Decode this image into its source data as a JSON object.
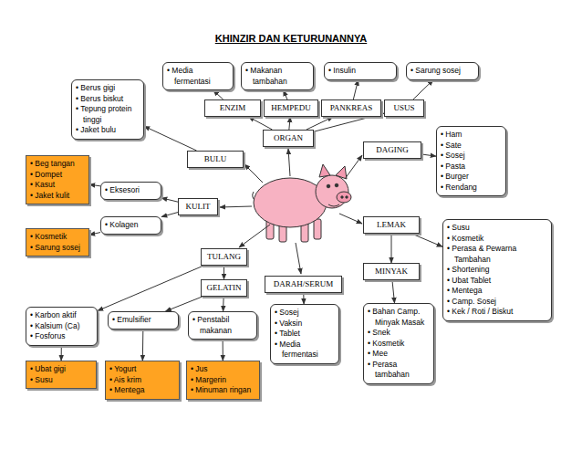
{
  "diagram": {
    "title": "KHINZIR DAN KETURUNANNYA",
    "nodes": [
      {
        "text": [
          "• Media fermentasi"
        ]
      },
      {
        "text": [
          "• Makanan tambahan"
        ]
      },
      {
        "text": [
          "• Insulin"
        ]
      },
      {
        "text": [
          "• Sarung sosej"
        ]
      },
      {
        "text": [
          "• Berus gigi",
          "• Berus biskut",
          "• Tepung protein tinggi",
          "• Jaket bulu"
        ]
      },
      {
        "text": [
          "ENZIM"
        ]
      },
      {
        "text": [
          "HEMPEDU"
        ]
      },
      {
        "text": [
          "PANKREAS"
        ]
      },
      {
        "text": [
          "USUS"
        ]
      },
      {
        "text": [
          "ORGAN"
        ]
      },
      {
        "text": [
          "• Ham",
          "• Sate",
          "• Sosej",
          "• Pasta",
          "• Burger",
          "• Rendang"
        ]
      },
      {
        "text": [
          "DAGING"
        ]
      },
      {
        "text": [
          "BULU"
        ]
      },
      {
        "text": [
          "• Beg tangan",
          "• Dompet",
          "• Kasut",
          "• Jaket kulit"
        ]
      },
      {
        "text": [
          "• Eksesori"
        ]
      },
      {
        "text": [
          "KULIT"
        ]
      },
      {
        "text": [
          "• Kolagen"
        ]
      },
      {
        "text": [
          "• Kosmetik",
          "• Sarung sosej"
        ]
      },
      {
        "text": [
          "LEMAK"
        ]
      },
      {
        "text": [
          "• Susu",
          "• Kosmetik",
          "• Perasa & Pewarna Tambahan",
          "• Shortening",
          "• Ubat Tablet",
          "• Mentega",
          "• Camp. Sosej",
          "• Kek / Roti / Biskut"
        ]
      },
      {
        "text": [
          "TULANG"
        ]
      },
      {
        "text": [
          "MINYAK"
        ]
      },
      {
        "text": [
          "DARAH/SERUM"
        ]
      },
      {
        "text": [
          "GELATIN"
        ]
      },
      {
        "text": [
          "• Karbon aktif",
          "• Kalsium (Ca)",
          "• Fosforus"
        ]
      },
      {
        "text": [
          "• Emulsifier"
        ]
      },
      {
        "text": [
          "• Penstabil makanan"
        ]
      },
      {
        "text": [
          "• Sosej",
          "• Vaksin",
          "• Tablet",
          "• Media fermentasi"
        ]
      },
      {
        "text": [
          "• Bahan Camp. Minyak Masak",
          "• Snek",
          "• Kosmetik",
          "• Mee",
          "• Perasa tambahan"
        ]
      },
      {
        "text": [
          "• Ubat gigi",
          "• Susu"
        ]
      },
      {
        "text": [
          "• Yogurt",
          "• Ais krim",
          "• Mentega"
        ]
      },
      {
        "text": [
          "• Jus",
          "• Margerin",
          "• Minuman ringan"
        ]
      }
    ],
    "edges": [
      {
        "from": 9,
        "to": 5,
        "arrow": "to"
      },
      {
        "from": 9,
        "to": 6,
        "arrow": "to"
      },
      {
        "from": 9,
        "to": 7,
        "arrow": "to"
      },
      {
        "from": 9,
        "to": 8,
        "arrow": "to"
      },
      {
        "from": 5,
        "to": 0,
        "arrow": "to"
      },
      {
        "from": 6,
        "to": 1,
        "arrow": "to"
      },
      {
        "from": 7,
        "to": 2,
        "arrow": "to"
      },
      {
        "from": 8,
        "to": 3,
        "arrow": "to"
      },
      {
        "from": 12,
        "to": 4,
        "arrow": "to"
      },
      {
        "from": 11,
        "to": 10,
        "arrow": "to"
      },
      {
        "from": 15,
        "to": 14,
        "arrow": "to"
      },
      {
        "from": 15,
        "to": 16,
        "arrow": "to"
      },
      {
        "from": 14,
        "to": 13,
        "arrow": "to"
      },
      {
        "from": 16,
        "to": 17,
        "arrow": "to"
      },
      {
        "from": 18,
        "to": 19,
        "arrow": "to"
      },
      {
        "from": 18,
        "to": 21,
        "arrow": "to"
      },
      {
        "from": 21,
        "to": 28,
        "arrow": "to"
      },
      {
        "from": 20,
        "to": 23,
        "arrow": "to"
      },
      {
        "from": 20,
        "to": 24,
        "arrow": "to"
      },
      {
        "from": 23,
        "to": 25,
        "arrow": "to"
      },
      {
        "from": 23,
        "to": 26,
        "arrow": "to"
      },
      {
        "from": 22,
        "to": 27,
        "arrow": "to"
      },
      {
        "from": 24,
        "to": 29,
        "arrow": "to"
      },
      {
        "from": 25,
        "to": 30,
        "arrow": "to"
      },
      {
        "from": 26,
        "to": 31,
        "arrow": "to"
      }
    ]
  }
}
